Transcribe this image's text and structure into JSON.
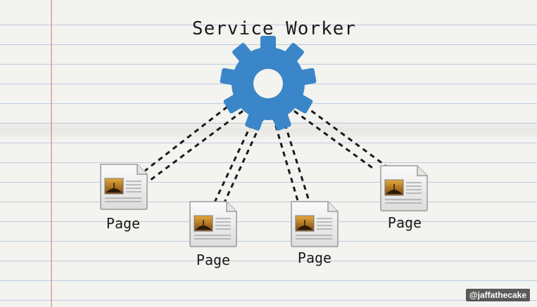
{
  "title": "Service Worker",
  "pages": [
    {
      "label": "Page"
    },
    {
      "label": "Page"
    },
    {
      "label": "Page"
    },
    {
      "label": "Page"
    }
  ],
  "handle": "@jaffathecake",
  "colors": {
    "gear": "#3a86c8",
    "line": "#1a1a1a"
  },
  "icons": [
    "gear-icon",
    "page-icon"
  ]
}
